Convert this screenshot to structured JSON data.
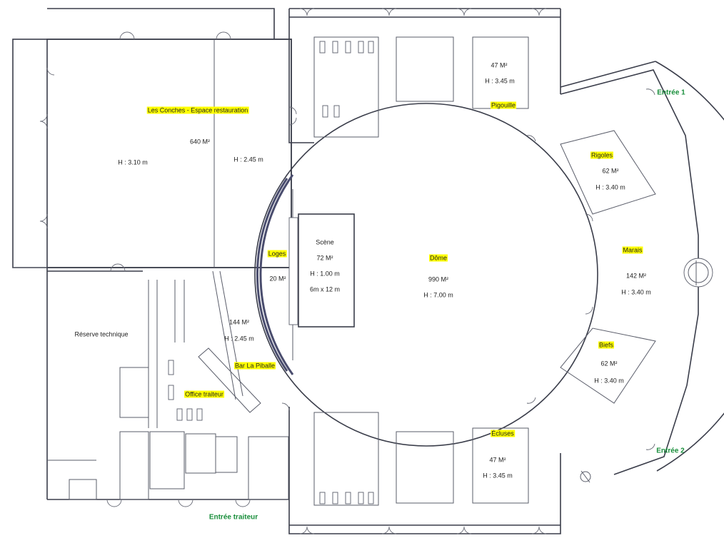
{
  "rooms": {
    "conches": {
      "name": "Les Conches - Espace restauration",
      "area": "640 M²",
      "height_left": "H : 3.10 m",
      "height_right": "H : 2.45 m"
    },
    "reserve": {
      "name": "Réserve technique"
    },
    "bar": {
      "name": "Bar La Piballe",
      "area": "144 M²",
      "height": "H : 2.45 m"
    },
    "office": {
      "name": "Office traiteur"
    },
    "loges": {
      "name": "Loges",
      "area": "20 M²"
    },
    "scene": {
      "name": "Scène",
      "area": "72 M²",
      "height": "H : 1.00 m",
      "size": "6m x 12 m"
    },
    "dome": {
      "name": "Dôme",
      "area": "990 M²",
      "height": "H : 7.00 m"
    },
    "pigouille": {
      "name": "Pigouille",
      "area": "47 M²",
      "height": "H : 3.45 m"
    },
    "ecluses": {
      "name": "Écluses",
      "area": "47 M²",
      "height": "H : 3.45 m"
    },
    "rigoles": {
      "name": "Rigoles",
      "area": "62 M²",
      "height": "H : 3.40 m"
    },
    "marais": {
      "name": "Marais",
      "area": "142 M²",
      "height": "H : 3.40 m"
    },
    "biefs": {
      "name": "Biefs",
      "area": "62 M²",
      "height": "H : 3.40 m"
    }
  },
  "entrances": {
    "entree1": "Entrée 1",
    "entree2": "Entrée 2",
    "traiteur": "Entrée traiteur"
  },
  "colors": {
    "highlight": "#ffff00",
    "entrance": "#1a8f3c",
    "wall": "#3a3d4a"
  }
}
